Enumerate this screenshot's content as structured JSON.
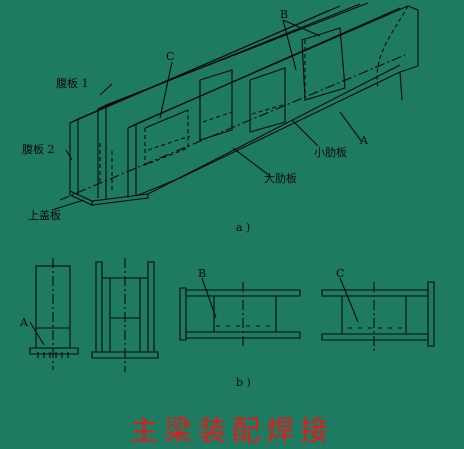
{
  "labels": {
    "web_plate_1": "腹板 1",
    "web_plate_2": "腹板 2",
    "top_cover_plate": "上盖板",
    "large_rib_plate": "大肋板",
    "small_rib_plate": "小肋板",
    "label_a_top": "A",
    "label_b_top": "B",
    "label_c_top": "C",
    "caption_a": "a )",
    "caption_b": "b )",
    "label_a_bottom": "A",
    "label_b_bottom": "B",
    "label_c_bottom": "C"
  },
  "title": "主梁装配焊接",
  "colors": {
    "background": "#1f7a62",
    "line": "#0b0b0b",
    "title": "#e11a1a"
  }
}
